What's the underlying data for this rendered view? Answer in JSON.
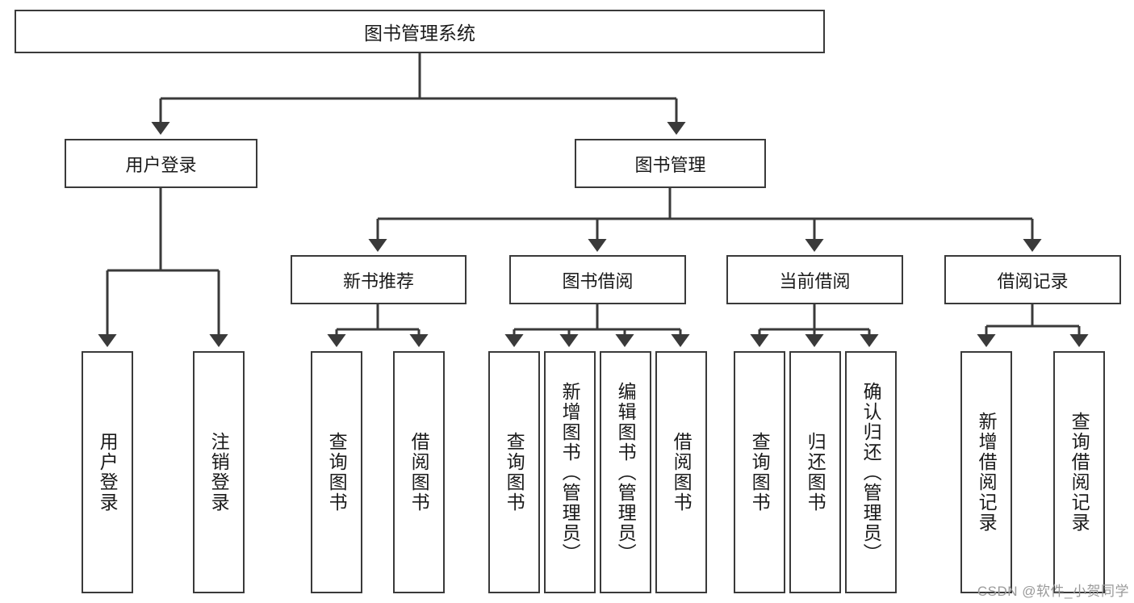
{
  "diagram": {
    "type": "tree",
    "title": "图书管理系统",
    "watermark": "CSDN @软件_小贺同学",
    "colors": {
      "box_border": "#3a3a3a",
      "box_fill": "#ffffff",
      "edge": "#3a3a3a",
      "text": "#1a1a1a",
      "watermark": "#9a9a9a",
      "background": "#ffffff"
    },
    "root": {
      "label": "图书管理系统"
    },
    "level2": [
      {
        "label": "用户登录"
      },
      {
        "label": "图书管理"
      }
    ],
    "level3": [
      {
        "label": "新书推荐"
      },
      {
        "label": "图书借阅"
      },
      {
        "label": "当前借阅"
      },
      {
        "label": "借阅记录"
      }
    ],
    "leaves": {
      "user_login": [
        {
          "label": "用户登录"
        },
        {
          "label": "注销登录"
        }
      ],
      "new_book": [
        {
          "label": "查询图书"
        },
        {
          "label": "借阅图书"
        }
      ],
      "book_borrow": [
        {
          "label": "查询图书"
        },
        {
          "label": "新增图书（管理员）"
        },
        {
          "label": "编辑图书（管理员）"
        },
        {
          "label": "借阅图书"
        }
      ],
      "current_borrow": [
        {
          "label": "查询图书"
        },
        {
          "label": "归还图书"
        },
        {
          "label": "确认归还（管理员）"
        }
      ],
      "borrow_record": [
        {
          "label": "新增借阅记录"
        },
        {
          "label": "查询借阅记录"
        }
      ]
    }
  }
}
